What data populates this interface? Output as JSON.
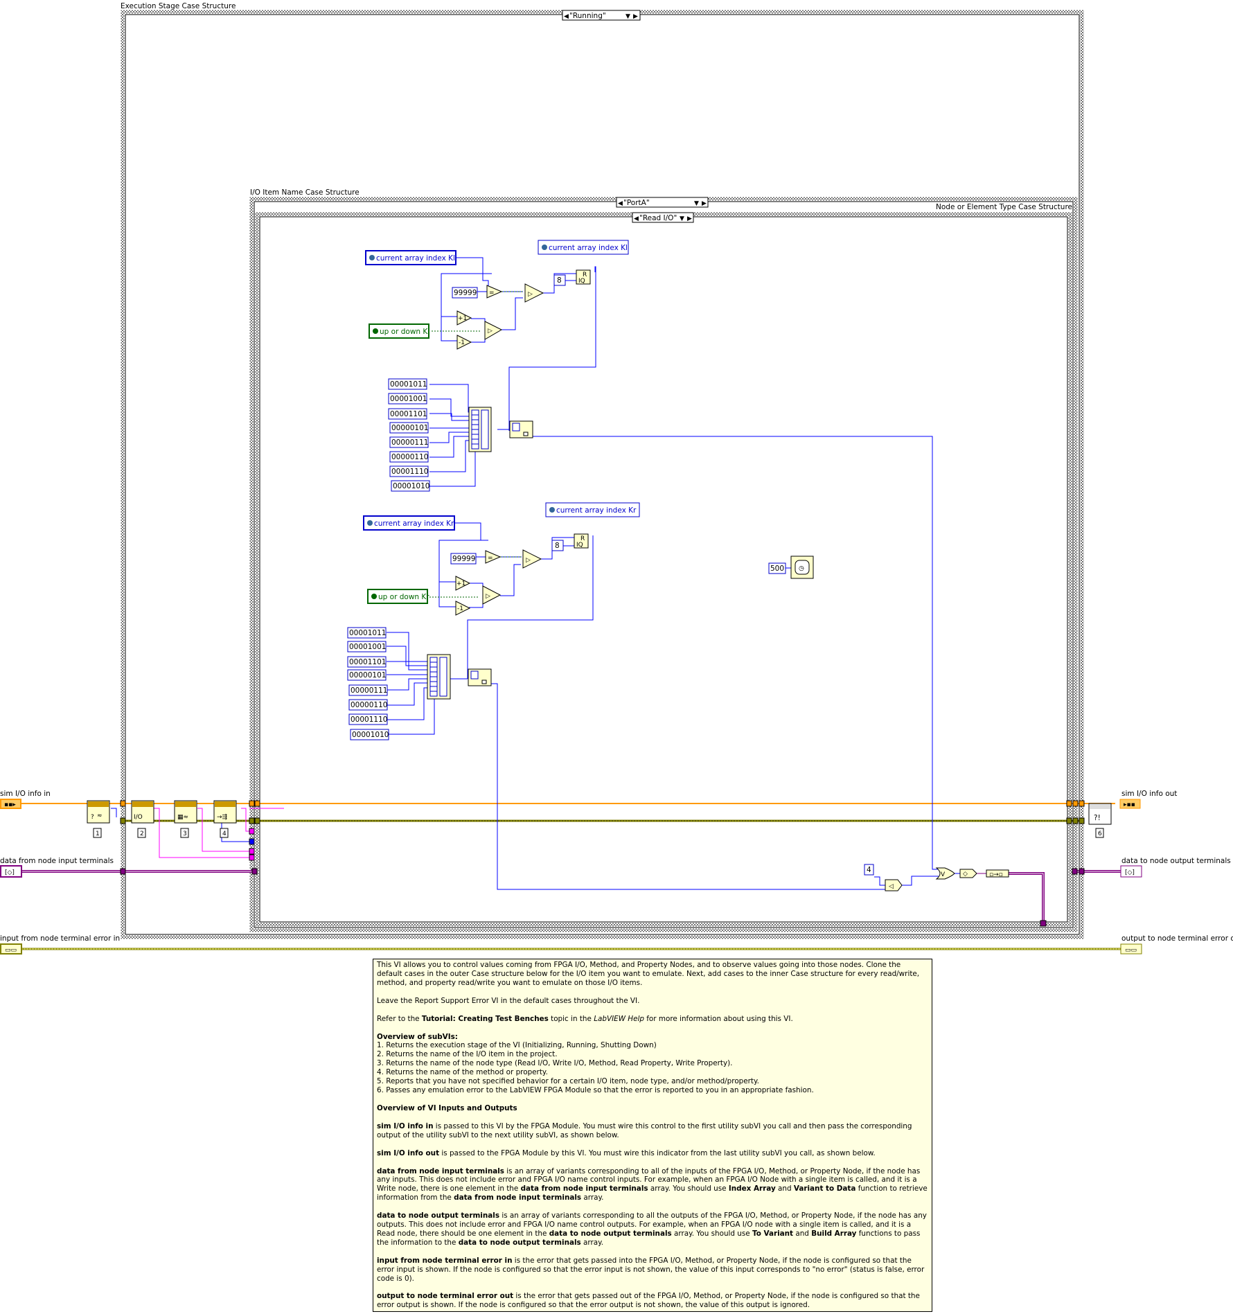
{
  "structures": {
    "execution_stage": {
      "label": "Execution Stage Case Structure",
      "selector": "\"Running\""
    },
    "io_item_name": {
      "label": "I/O Item Name Case Structure",
      "selector": "\"PortA\""
    },
    "node_type": {
      "label": "Node or Element Type Case Structure",
      "selector": "\"Read I/O\""
    }
  },
  "terminals": {
    "sim_io_in": "sim I/O info in",
    "sim_io_out": "sim I/O info out",
    "data_in": "data from node input terminals",
    "data_out": "data to node output terminals",
    "error_in": "input from node terminal error in",
    "error_out": "output to node terminal error out"
  },
  "subvi_numbers": [
    "1",
    "2",
    "3",
    "4",
    "6"
  ],
  "left_chain": {
    "index_control": "current array index Kl",
    "index_indicator": "current array index Kl",
    "direction": "up or down Kl",
    "limit": "99999",
    "size": "8",
    "inc": "+1",
    "dec": "-1",
    "patterns": [
      "00001011",
      "00001001",
      "00001101",
      "00000101",
      "00000111",
      "00000110",
      "00001110",
      "00001010"
    ]
  },
  "right_chain": {
    "index_control": "current array index Kr",
    "index_indicator": "current array index Kr",
    "direction": "up or down Kr",
    "limit": "99999",
    "size": "8",
    "inc": "+1",
    "dec": "-1",
    "patterns": [
      "00001011",
      "00001001",
      "00001101",
      "00000101",
      "00000111",
      "00000110",
      "00001110",
      "00001010"
    ]
  },
  "wait_ms": "500",
  "shift_const": "4",
  "colors": {
    "error_wire": "#808000",
    "sim_wire": "#ff9900",
    "variant_wire": "#800080",
    "numeric_wire": "#0000ff",
    "bool_wire": "#006600",
    "note_bg": "#ffffe1"
  },
  "note": {
    "p1": "This VI allows you to control values coming from FPGA I/O, Method, and Property Nodes, and to observe values going into those nodes. Clone the default cases in the outer Case structure below for the I/O item you want to emulate. Next, add cases to the inner Case structure for every read/write, method, and property read/write you want to emulate on those I/O items.",
    "p2": "Leave the Report Support Error VI in the default cases throughout the VI.",
    "p3_a": "Refer to the ",
    "p3_b": "Tutorial: Creating Test Benches",
    "p3_c": " topic in the ",
    "p3_d": "LabVIEW Help",
    "p3_e": " for more information about using this VI.",
    "subvi_heading": "Overview of subVIs:",
    "subvis": [
      "1.  Returns the execution stage of the VI (Initializing, Running, Shutting Down)",
      "2.  Returns the name of the I/O item in the project.",
      "3.  Returns the name of the node type (Read I/O, Write I/O, Method, Read Property, Write Property).",
      "4.  Returns the name of the method or property.",
      "5.  Reports that you have not specified behavior for a certain I/O item, node type, and/or method/property.",
      "6.  Passes any emulation error to the LabVIEW FPGA Module so that the error is reported to you in an appropriate fashion."
    ],
    "io_heading": "Overview of VI Inputs and Outputs",
    "p_sim_in_b": "sim I/O info in",
    "p_sim_in": " is passed to this VI by the FPGA Module. You must wire this control to the first utility subVI you call and then pass the corresponding output of the utility subVI to the next utility subVI, as shown below.",
    "p_sim_out_b": "sim I/O info out",
    "p_sim_out": " is passed to the FPGA Module by this VI. You must wire this indicator from the last utility subVI you call, as shown below.",
    "p_data_in_b": "data from node input terminals",
    "p_data_in_1": " is an array of variants corresponding to all of the inputs of the FPGA I/O, Method, or Property Node, if the node has any inputs. This does not include error and FPGA I/O name control inputs. For example, when an FPGA I/O Node with a single item is called, and it is a Write node, there is one element in the ",
    "p_data_in_2": " array. You should use ",
    "p_data_in_3": "Index Array",
    "p_data_in_4": " and ",
    "p_data_in_5": "Variant to Data",
    "p_data_in_6": " function to retrieve information from the ",
    "p_data_in_7": " array.",
    "p_data_out_b": "data to node output terminals",
    "p_data_out_1": " is an array of variants corresponding to all the outputs of the FPGA I/O, Method, or Property Node, if the node has any outputs. This does not include error and FPGA I/O name control outputs. For example, when an FPGA I/O node with a single item is called, and it is a Read node, there should be one element in the ",
    "p_data_out_2": " array. You should use ",
    "p_data_out_3": "To Variant",
    "p_data_out_4": " and ",
    "p_data_out_5": "Build Array",
    "p_data_out_6": " functions to pass the information to the ",
    "p_data_out_7": " array.",
    "p_err_in_b": "input from node terminal error in",
    "p_err_in": " is the error that gets passed into the FPGA I/O, Method, or Property Node, if the node is configured so that the error input is shown. If the node is configured so that the error input is not shown, the value of this input corresponds to \"no error\" (status is false, error code is 0).",
    "p_err_out_b": "output to node terminal error out",
    "p_err_out": " is the error that gets passed out of the FPGA I/O, Method, or Property Node, if the node is configured so that the error output is shown.  If the node is configured so that the error output is not shown, the value of this output is ignored."
  }
}
